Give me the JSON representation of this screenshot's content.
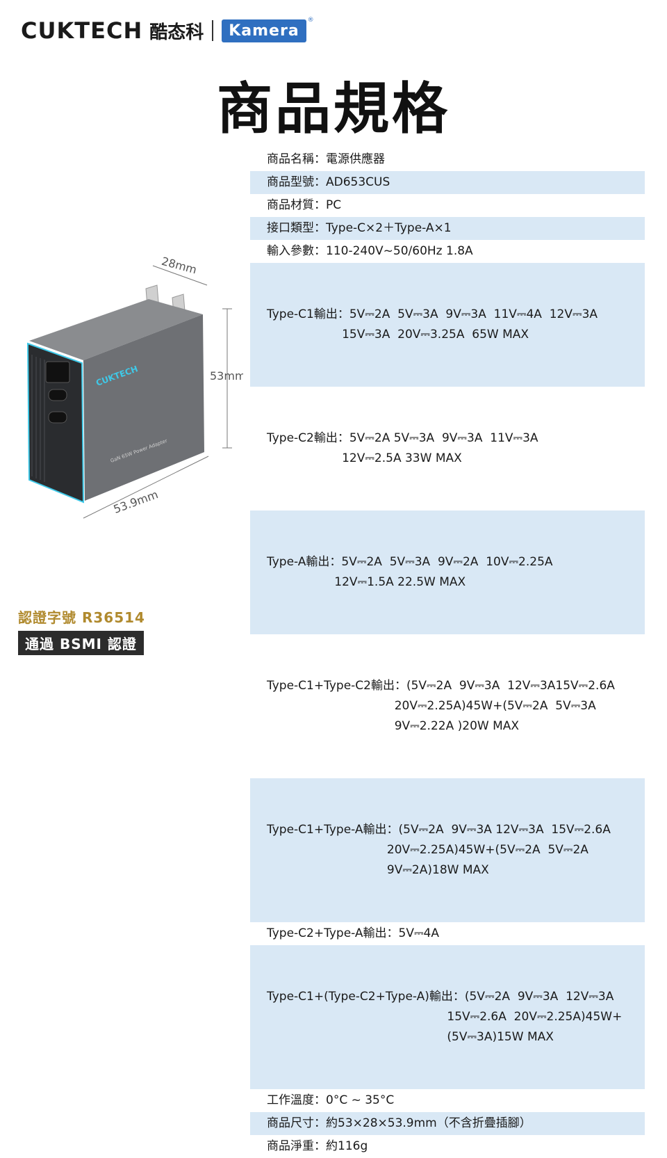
{
  "header": {
    "brand": "CUKTECH",
    "brand_cn": "酷态科",
    "partner": "Kamera",
    "reg_mark": "®"
  },
  "title": "商品規格",
  "product": {
    "dim_depth": "28mm",
    "dim_height": "53mm",
    "dim_width": "53.9mm",
    "logo": "CUKTECH",
    "side_text": "GaN  65W Power Adapter"
  },
  "specs": [
    {
      "lines": [
        "商品名稱：電源供應器"
      ]
    },
    {
      "lines": [
        "商品型號：AD653CUS"
      ]
    },
    {
      "lines": [
        "商品材質：PC"
      ]
    },
    {
      "lines": [
        "接口類型：Type-C×2＋Type-A×1"
      ]
    },
    {
      "lines": [
        "輸入參數：110-240V~50/60Hz 1.8A"
      ]
    },
    {
      "lines": [
        "Type-C1輸出：5V⎓2A  5V⎓3A  9V⎓3A  11V⎓4A  12V⎓3A",
        "                    15V⎓3A  20V⎓3.25A  65W MAX"
      ]
    },
    {
      "lines": [
        "Type-C2輸出：5V⎓2A 5V⎓3A  9V⎓3A  11V⎓3A",
        "                    12V⎓2.5A 33W MAX"
      ]
    },
    {
      "lines": [
        "Type-A輸出：5V⎓2A  5V⎓3A  9V⎓2A  10V⎓2.25A",
        "                  12V⎓1.5A 22.5W MAX"
      ]
    },
    {
      "lines": [
        "Type-C1+Type-C2輸出：(5V⎓2A  9V⎓3A  12V⎓3A15V⎓2.6A",
        "                                  20V⎓2.25A)45W+(5V⎓2A  5V⎓3A",
        "                                  9V⎓2.22A )20W MAX"
      ]
    },
    {
      "lines": [
        "Type-C1+Type-A輸出：(5V⎓2A  9V⎓3A 12V⎓3A  15V⎓2.6A",
        "                                20V⎓2.25A)45W+(5V⎓2A  5V⎓2A",
        "                                9V⎓2A)18W MAX"
      ]
    },
    {
      "lines": [
        "Type-C2+Type-A輸出：5V⎓4A"
      ]
    },
    {
      "lines": [
        "Type-C1+(Type-C2+Type-A)輸出：(5V⎓2A  9V⎓3A  12V⎓3A",
        "                                                15V⎓2.6A  20V⎓2.25A)45W+",
        "                                                (5V⎓3A)15W MAX"
      ]
    },
    {
      "lines": [
        "工作溫度：0°C ~ 35°C"
      ]
    },
    {
      "lines": [
        "商品尺寸：約53×28×53.9mm（不含折疊插腳）"
      ]
    },
    {
      "lines": [
        "商品淨重：約116g"
      ]
    }
  ],
  "cert": {
    "number": "認證字號 R36514",
    "label": "通過 BSMI 認證"
  }
}
